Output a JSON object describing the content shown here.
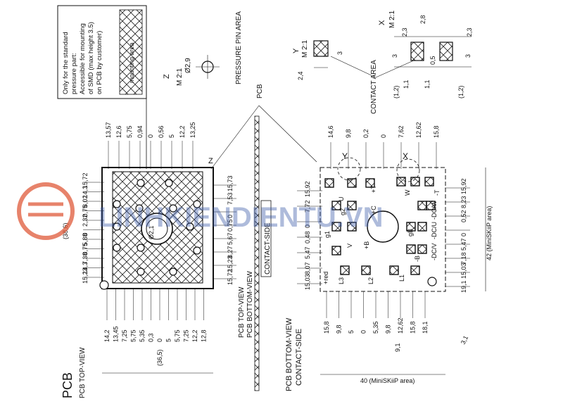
{
  "note_box": {
    "lines": [
      "Only for the standard",
      "pressure part:",
      "Accessible for mounting",
      "of SMD (max height 3.5)",
      "on PCB by customer)"
    ],
    "hatch_label": "mounting area"
  },
  "pressure_pin": {
    "title": "PRESSURE PIN AREA",
    "scale": "M 2:1",
    "mark": "Z",
    "diameter": "Ø2,9"
  },
  "detail_y": {
    "mark": "Y",
    "scale": "M 2:1",
    "dim_h": "3",
    "dim_w": "2,4"
  },
  "detail_x": {
    "mark": "X",
    "scale": "M 2:1",
    "dims": [
      "2,8",
      "2,3",
      "2,3",
      "3",
      "3",
      "0,5",
      "1,1",
      "(1,2)",
      "(1,2)",
      "1,1"
    ],
    "label": "CONTACT AREA"
  },
  "pcb_label": "PCB",
  "left_view": {
    "corner_mark": "Z",
    "top_dims": [
      "13,57",
      "12,6",
      "5,75",
      "0,94",
      "0",
      "0,56",
      "5",
      "12,2",
      "13,25"
    ],
    "bottom_dims": [
      "14,2",
      "13,45",
      "7,25",
      "5,75",
      "5,35",
      "0,3",
      "0",
      "5",
      "5,75",
      "7,25",
      "12,2",
      "12,8"
    ],
    "left_dims": [
      "15,72",
      "14,3",
      "8,02",
      "0,75",
      "2,32",
      "0",
      "5,88",
      "0,75",
      "7,38",
      "14,3",
      "15,23"
    ],
    "right_dims": [
      "15,73",
      "7,53",
      "0",
      "0,75",
      "5,67",
      "8,27",
      "15,23",
      "15,72"
    ],
    "center_dia": "Ø2,1",
    "height_dim": "(38,6)",
    "width_dim": "(36,5)",
    "title": "PCB",
    "subtitle": "PCB TOP-VIEW"
  },
  "middle_label": {
    "top": "PCB TOP-VIEW",
    "bottom": "PCB BOTTOM-VIEW",
    "boxed": "CONTACT-SIDE",
    "pcb": "PCB"
  },
  "right_view": {
    "top_dims": [
      "14,6",
      "9,8",
      "0,2",
      "0",
      "7,62",
      "12,62",
      "15,8"
    ],
    "bottom_dims": [
      "15,8",
      "9,8",
      "5",
      "0",
      "5,35",
      "9,8",
      "12,62",
      "15,8",
      "18,1"
    ],
    "left_dims": [
      "15,92",
      "7,72",
      "0",
      "0,48",
      "5,47",
      "8,07",
      "15,03"
    ],
    "right_dims": [
      "15,92",
      "8,23",
      "0,52",
      "0",
      "5,47",
      "7,18",
      "15,03",
      "19,1"
    ],
    "pin_labels": [
      "+T",
      "+C",
      "+B",
      "g1",
      "g2",
      "gB",
      "L1",
      "L2",
      "L3",
      "U",
      "V",
      "W",
      "-B",
      "-T",
      "-DC/W",
      "-DC/U",
      "-DC/V",
      "+red"
    ],
    "bottom_extra": "9,1",
    "angle_dim": "3,1",
    "width_dim": "40 (MiniSKiiP area)",
    "height_dim": "42 (MiniSKiiP area)",
    "mark_y": "Y",
    "mark_x": "X",
    "title": "PCB BOTTOM-VIEW",
    "subtitle": "CONTACT-SIDE"
  },
  "watermark": "LINHKIENDIENTU.VN",
  "colors": {
    "ink": "#111111",
    "watermark": "#3b5ba8",
    "watermark_logo": "#e05a3a"
  }
}
